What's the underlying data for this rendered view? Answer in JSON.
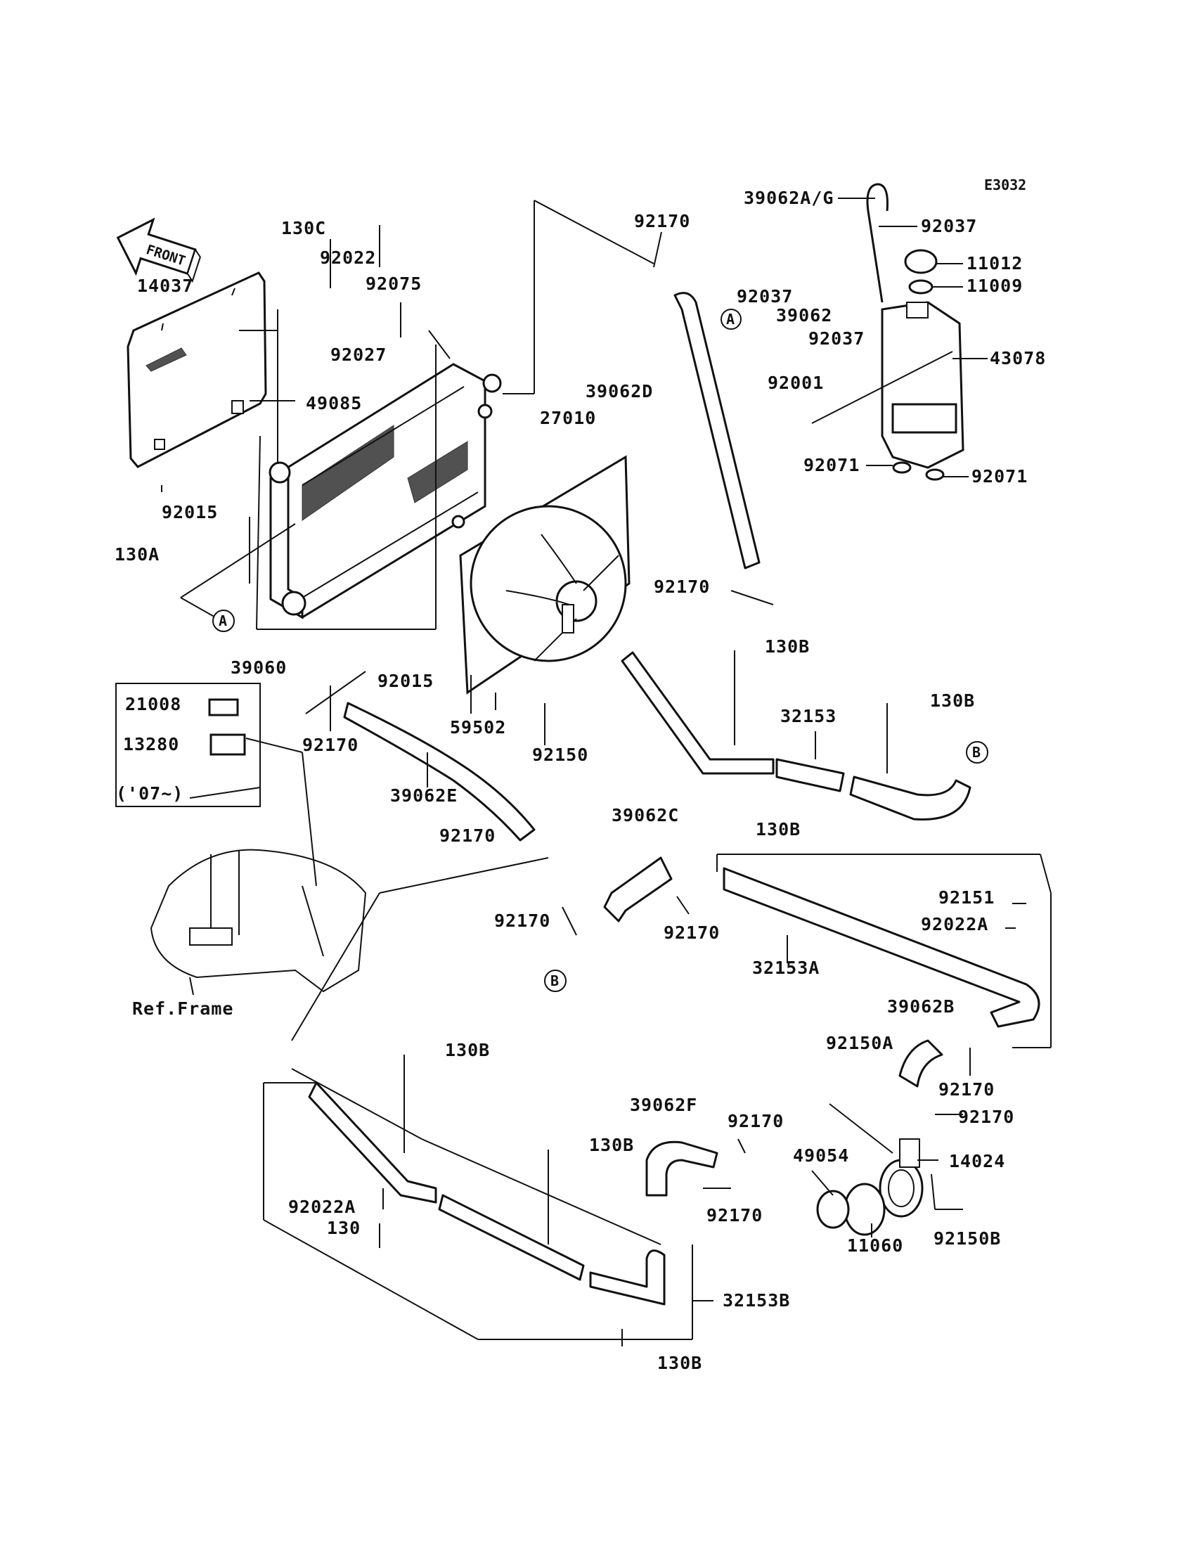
{
  "code": "E3032",
  "front_label": "FRONT",
  "labels": {
    "p39062AG": "39062A/G",
    "p92037a": "92037",
    "p11012": "11012",
    "p11009": "11009",
    "p92037b": "92037",
    "p39062": "39062",
    "p92037c": "92037",
    "p43078": "43078",
    "p92001": "92001",
    "p92071a": "92071",
    "p92071b": "92071",
    "p92170a": "92170",
    "p130C": "130C",
    "p92022": "92022",
    "p92075": "92075",
    "p14037": "14037",
    "p92027": "92027",
    "p49085": "49085",
    "p39062D": "39062D",
    "p27010": "27010",
    "p92015a": "92015",
    "p130A": "130A",
    "p92170b": "92170",
    "p39060": "39060",
    "p92015b": "92015",
    "p130Ba": "130B",
    "p130Bb": "130B",
    "p32153": "32153",
    "p21008": "21008",
    "p13280": "13280",
    "p07": "('07~)",
    "p59502": "59502",
    "p92170c": "92170",
    "p92150": "92150",
    "p39062E": "39062E",
    "p92170d": "92170",
    "p39062C": "39062C",
    "p130Bc": "130B",
    "p92151": "92151",
    "p92022A": "92022A",
    "p92170e": "92170",
    "p92170f": "92170",
    "p32153A": "32153A",
    "pRefFrame": "Ref.Frame",
    "p39062B": "39062B",
    "p92150A": "92150A",
    "p92170g": "92170",
    "p130Bd": "130B",
    "p92170h": "92170",
    "p39062F": "39062F",
    "p92170i": "92170",
    "p130Be": "130B",
    "p49054": "49054",
    "p14024": "14024",
    "p92022Ab": "92022A",
    "p92170j": "92170",
    "p130": "130",
    "p92150B": "92150B",
    "p11060": "11060",
    "p32153B": "32153B",
    "p130Bf": "130B"
  },
  "callouts": {
    "A1": "A",
    "A2": "A",
    "B1": "B",
    "B2": "B"
  }
}
